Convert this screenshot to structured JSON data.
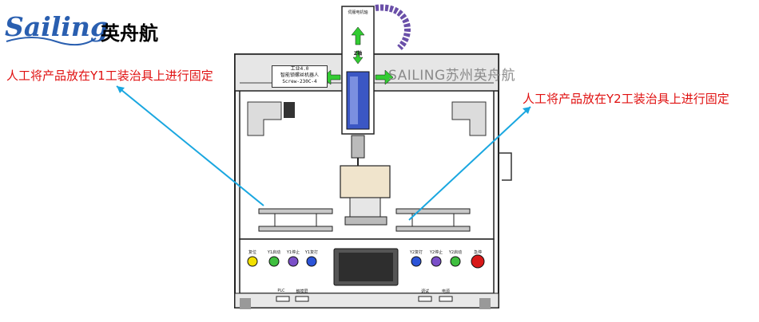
{
  "logo": {
    "script_text": "Sailing",
    "cn_text": "英舟航"
  },
  "annotations": {
    "left": "人工将产品放在Y1工装治具上进行固定",
    "right": "人工将产品放在Y2工装治具上进行固定"
  },
  "machine": {
    "brand_text": "SAILING苏州英舟航",
    "plate_lines": [
      "工业4.0",
      "智能锁螺丝机器人",
      "Screw-230C-4"
    ],
    "z_axis_label": "Z轴",
    "top_label": "伺服电机轴",
    "panel_buttons": [
      {
        "label": "复位",
        "color": "#f2e000"
      },
      {
        "label": "Y1启动",
        "color": "#3fbf3f"
      },
      {
        "label": "Y1停止",
        "color": "#7a4fc8"
      },
      {
        "label": "Y1复打",
        "color": "#2c54d8"
      },
      {
        "label": "Y2复打",
        "color": "#2c54d8"
      },
      {
        "label": "Y2停止",
        "color": "#7a4fc8"
      },
      {
        "label": "Y2启动",
        "color": "#3fbf3f"
      },
      {
        "label": "急停",
        "color": "#d81818"
      }
    ],
    "bottom_labels": [
      "PLC",
      "触摸屏",
      "调试",
      "电源"
    ]
  },
  "colors": {
    "arrow": "#1aa7e0",
    "annotation": "#e01010",
    "logo": "#2a5fb0"
  }
}
